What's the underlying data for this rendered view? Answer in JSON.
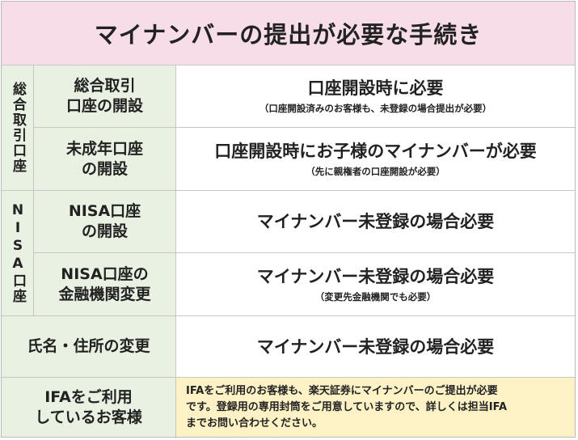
{
  "title": "マイナンバーの提出が必要な手続き",
  "groups": {
    "sogo": "総合取引口座",
    "nisa": "NISA口座"
  },
  "rows": [
    {
      "label": "総合取引\n口座の開設",
      "main": "口座開設時に必要",
      "sub": "（口座開設済みのお客様も、未登録の場合提出が必要）"
    },
    {
      "label": "未成年口座\nの開設",
      "main": "口座開設時にお子様のマイナンバーが必要",
      "sub": "（先に親権者の口座開設が必要）"
    },
    {
      "label": "NISA口座\nの開設",
      "main": "マイナンバー未登録の場合必要",
      "sub": ""
    },
    {
      "label": "NISA口座の\n金融機関変更",
      "main": "マイナンバー未登録の場合必要",
      "sub": "（変更先金融機関でも必要）"
    },
    {
      "label": "氏名・住所の変更",
      "main": "マイナンバー未登録の場合必要",
      "sub": ""
    },
    {
      "label": "IFAをご利用\nしているお客様",
      "note": "IFAをご利用のお客様も、楽天証券にマイナンバーのご提出が必要\nです。登録用の専用封筒をご用意していますので、詳しくは担当IFA\nまでお問い合わせください。"
    }
  ],
  "colors": {
    "title_bg": "#f6dde8",
    "label_bg": "#e8f1e2",
    "note_bg": "#fdf1c6"
  }
}
